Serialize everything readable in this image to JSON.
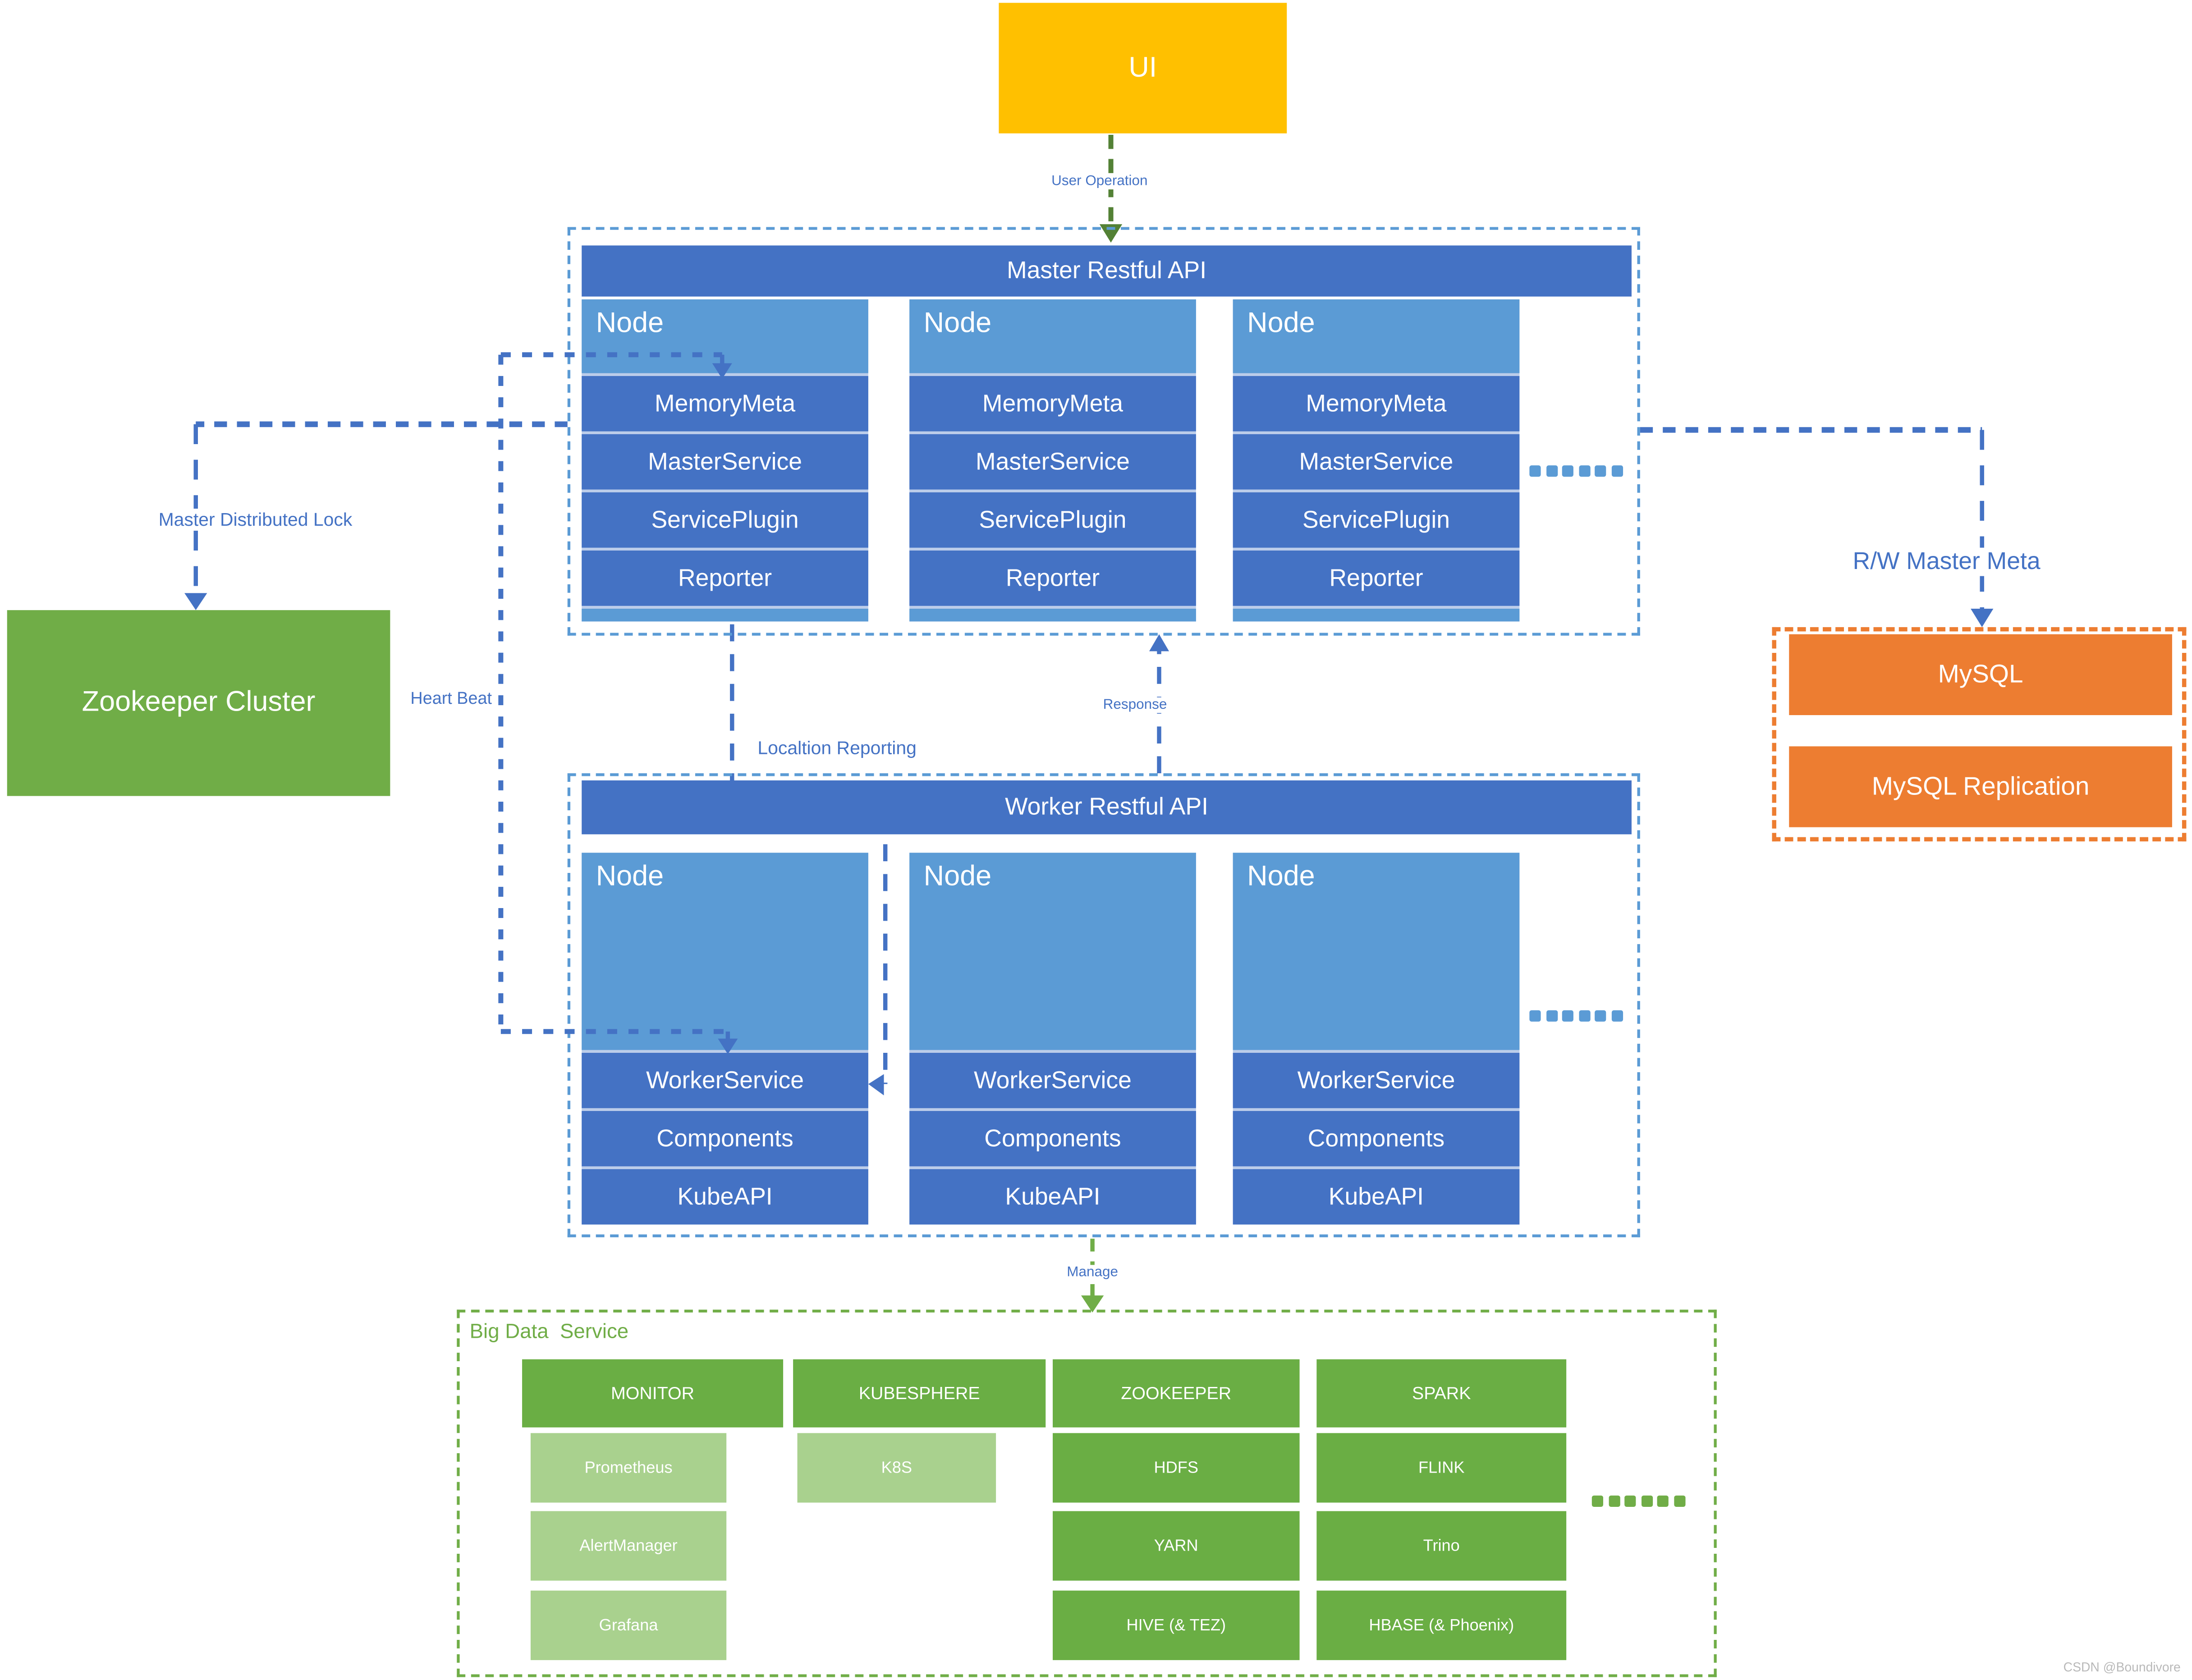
{
  "colors": {
    "accent_blue_dark": "#4472C4",
    "accent_blue_light": "#5B9BD5",
    "accent_green": "#70AD47",
    "accent_green_light": "#A9D18E",
    "accent_orange": "#ED7D31",
    "accent_yellow": "#FFC000"
  },
  "ui": {
    "label": "UI"
  },
  "edges": {
    "user_operation": "User Operation",
    "master_distributed_lock": "Master Distributed Lock",
    "heart_beat": "Heart Beat",
    "location_reporting": "Localtion Reporting",
    "response": "Response",
    "rw_master_meta": "R/W Master Meta",
    "manage": "Manage"
  },
  "master": {
    "title": "Master Restful API",
    "ellipsis": "......",
    "nodes": [
      {
        "title": "Node",
        "rows": [
          "MemoryMeta",
          "MasterService",
          "ServicePlugin",
          "Reporter"
        ]
      },
      {
        "title": "Node",
        "rows": [
          "MemoryMeta",
          "MasterService",
          "ServicePlugin",
          "Reporter"
        ]
      },
      {
        "title": "Node",
        "rows": [
          "MemoryMeta",
          "MasterService",
          "ServicePlugin",
          "Reporter"
        ]
      }
    ]
  },
  "worker": {
    "title": "Worker Restful API",
    "ellipsis": "......",
    "nodes": [
      {
        "title": "Node",
        "rows": [
          "WorkerService",
          "Components",
          "KubeAPI"
        ]
      },
      {
        "title": "Node",
        "rows": [
          "WorkerService",
          "Components",
          "KubeAPI"
        ]
      },
      {
        "title": "Node",
        "rows": [
          "WorkerService",
          "Components",
          "KubeAPI"
        ]
      }
    ]
  },
  "zookeeper": {
    "label": "Zookeeper Cluster"
  },
  "mysql": {
    "items": [
      "MySQL",
      "MySQL Replication"
    ]
  },
  "big_data": {
    "title": "Big Data  Service",
    "ellipsis": "......",
    "columns": [
      {
        "header": "MONITOR",
        "items": [
          "Prometheus",
          "AlertManager",
          "Grafana"
        ]
      },
      {
        "header": "KUBESPHERE",
        "items": [
          "K8S"
        ]
      },
      {
        "header": "ZOOKEEPER",
        "items": [
          "HDFS",
          "YARN",
          "HIVE (& TEZ)"
        ]
      },
      {
        "header": "SPARK",
        "items": [
          "FLINK",
          "Trino",
          "HBASE (& Phoenix)"
        ]
      }
    ]
  },
  "watermark": "CSDN @Boundivore"
}
